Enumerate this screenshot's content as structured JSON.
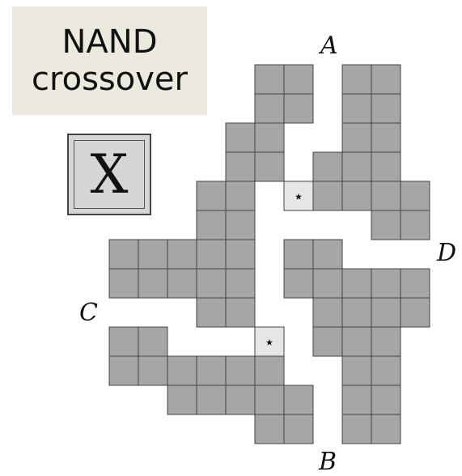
{
  "title": {
    "line1": "NAND",
    "line2": "crossover"
  },
  "tile_symbol": "X",
  "port_labels": {
    "a": "A",
    "b": "B",
    "c": "C",
    "d": "D"
  },
  "star_symbol": "⋆",
  "colors": {
    "cell_fill": "#a6a6a6",
    "star_cell_fill": "#e6e6e6",
    "cell_stroke": "#444444",
    "title_bg": "#ece9de",
    "tile_bg": "#d6d6d6"
  }
}
